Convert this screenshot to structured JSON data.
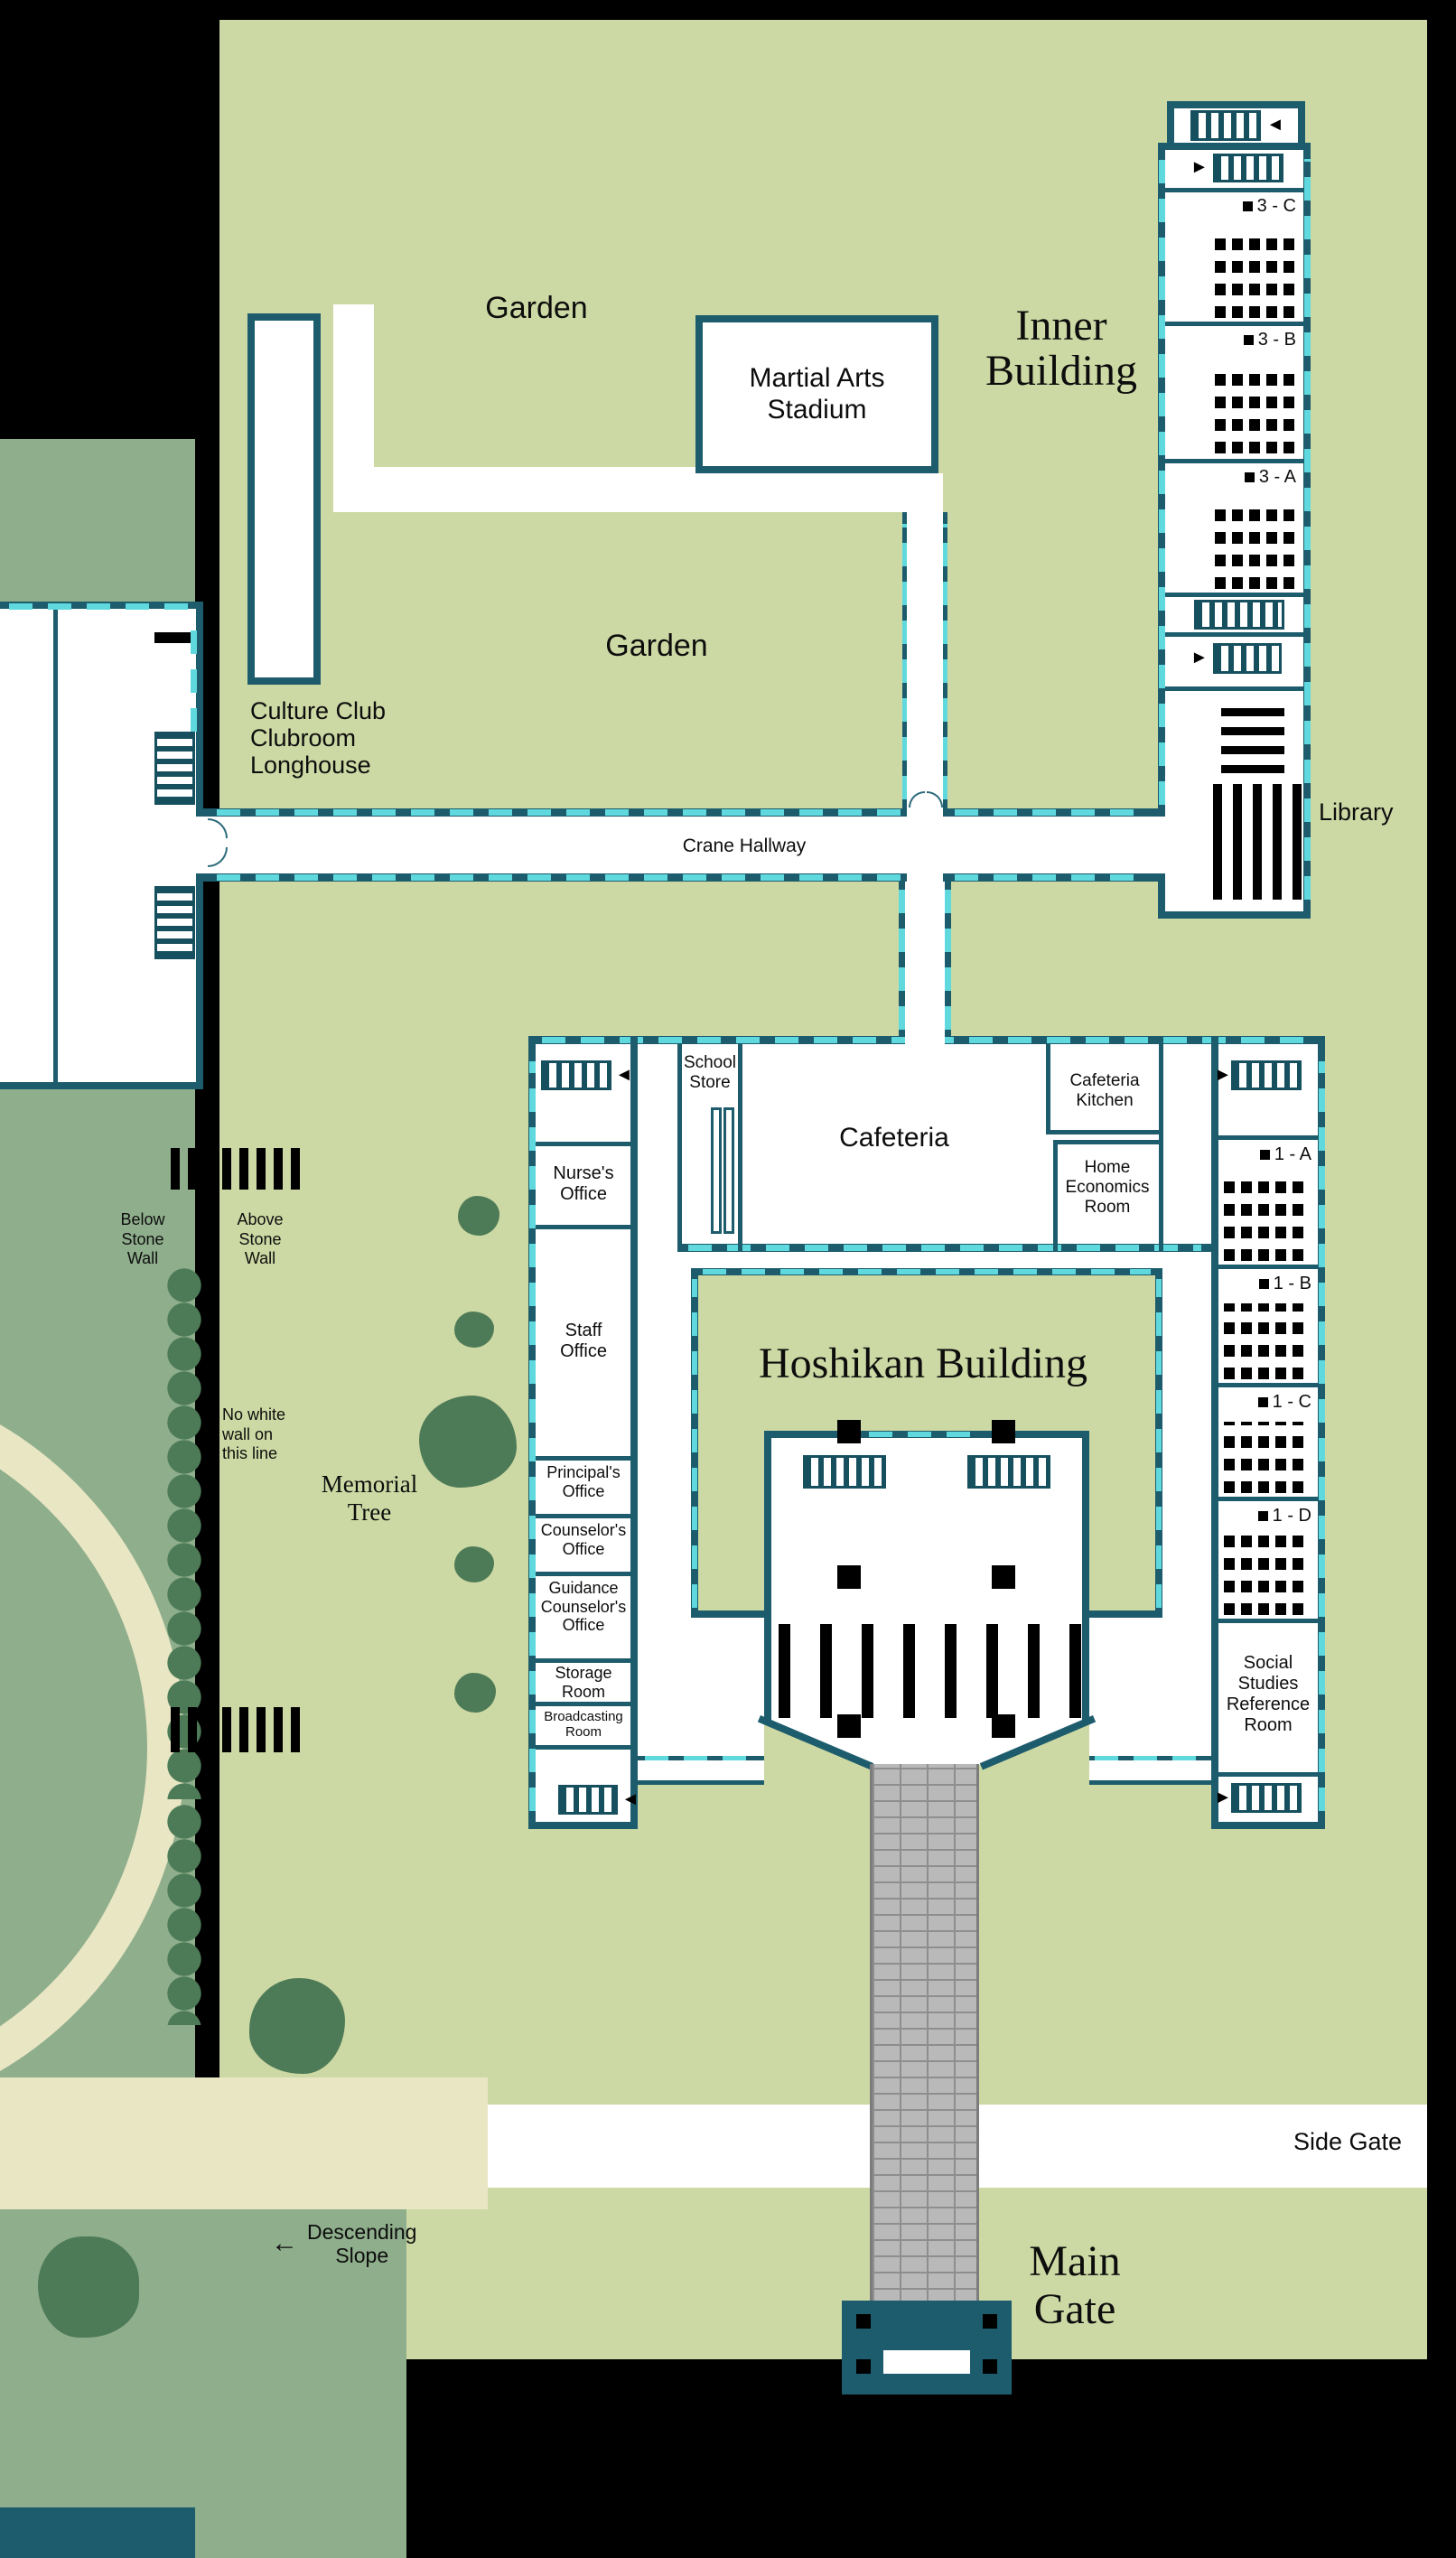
{
  "map": {
    "garden_top": "Garden",
    "garden_mid": "Garden",
    "crane_hallway": "Crane Hallway",
    "side_gate": "Side Gate",
    "main_gate": {
      "l1": "Main",
      "l2": "Gate"
    },
    "inner_building_title": {
      "l1": "Inner",
      "l2": "Building"
    },
    "hoshikan_title": "Hoshikan Building",
    "martial_arts": {
      "l1": "Martial Arts",
      "l2": "Stadium"
    },
    "culture_club": {
      "l1": "Culture Club",
      "l2": "Clubroom",
      "l3": "Longhouse"
    },
    "library": "Library",
    "memorial_tree": {
      "l1": "Memorial",
      "l2": "Tree"
    },
    "below_wall": {
      "l1": "Below",
      "l2": "Stone",
      "l3": "Wall"
    },
    "above_wall": {
      "l1": "Above",
      "l2": "Stone",
      "l3": "Wall"
    },
    "no_white_wall": {
      "l1": "No white",
      "l2": "wall on",
      "l3": "this line"
    },
    "descending": {
      "l1": "Descending",
      "l2": "Slope"
    }
  },
  "inner_rooms": {
    "c3": "3 - C",
    "b3": "3 - B",
    "a3": "3 - A"
  },
  "hoshikan_rooms": {
    "school_store": {
      "l1": "School",
      "l2": "Store"
    },
    "cafeteria": "Cafeteria",
    "kitchen": {
      "l1": "Cafeteria",
      "l2": "Kitchen"
    },
    "home_econ": {
      "l1": "Home",
      "l2": "Economics",
      "l3": "Room"
    },
    "nurse": {
      "l1": "Nurse's",
      "l2": "Office"
    },
    "staff": {
      "l1": "Staff",
      "l2": "Office"
    },
    "principal": {
      "l1": "Principal's",
      "l2": "Office"
    },
    "counselor": {
      "l1": "Counselor's",
      "l2": "Office"
    },
    "guidance": {
      "l1": "Guidance",
      "l2": "Counselor's",
      "l3": "Office"
    },
    "storage": {
      "l1": "Storage",
      "l2": "Room"
    },
    "broadcasting": {
      "l1": "Broadcasting",
      "l2": "Room"
    },
    "social": {
      "l1": "Social",
      "l2": "Studies",
      "l3": "Reference",
      "l4": "Room"
    },
    "a1": "1 - A",
    "b1": "1 - B",
    "c1": "1 - C",
    "d1": "1 - D"
  },
  "icons": {
    "arrow_left": "◄",
    "arrow_right": "►",
    "descending_arrow": "←"
  },
  "colors": {
    "campus": "#cdd9a4",
    "field": "#8fae8c",
    "wall": "#1d5c6c",
    "window": "#5fd9de",
    "tree": "#4e7b57",
    "pale_path": "#e9e6c4",
    "brick": "#b9b9b9"
  }
}
